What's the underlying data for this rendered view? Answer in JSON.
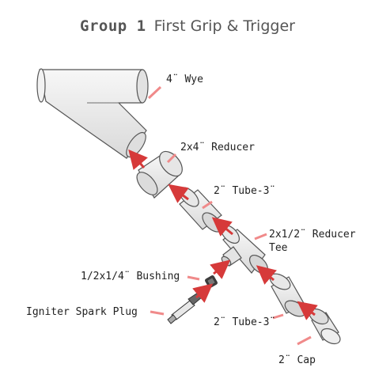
{
  "title": {
    "group": "Group 1",
    "subtitle": "First Grip & Trigger"
  },
  "parts": [
    {
      "id": "wye",
      "label": "4¨ Wye"
    },
    {
      "id": "reducer",
      "label": "2x4¨ Reducer"
    },
    {
      "id": "tube-upper",
      "label": "2¨ Tube-3¨"
    },
    {
      "id": "reducer-tee",
      "label": "2x1/2¨ Reducer",
      "label2": "Tee"
    },
    {
      "id": "bushing",
      "label": "1/2x1/4¨ Bushing"
    },
    {
      "id": "spark-plug",
      "label": "Igniter Spark Plug"
    },
    {
      "id": "tube-lower",
      "label": "2¨ Tube-3¨"
    },
    {
      "id": "cap",
      "label": "2¨ Cap"
    }
  ],
  "colors": {
    "pipe": "#ececec",
    "outline": "#555555",
    "arrow": "#d63a3a",
    "pointer": "#f08a8a"
  }
}
